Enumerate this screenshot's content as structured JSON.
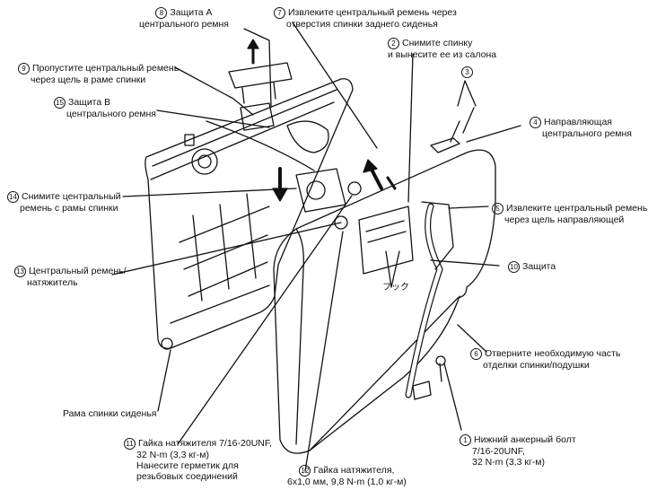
{
  "callouts": {
    "c8": {
      "num": "8",
      "l1": "Защита A",
      "l2": "центрального ремня"
    },
    "c7": {
      "num": "7",
      "l1": "Извлеките центральный ремень через",
      "l2": "отверстия спинки заднего сиденья"
    },
    "c2": {
      "num": "2",
      "l1": "Снимите спинку",
      "l2": "и вынесите ее из салона"
    },
    "c3": {
      "num": "3"
    },
    "c9": {
      "num": "9",
      "l1": "Пропустите центральный ремень",
      "l2": "через щель в раме спинки"
    },
    "c15": {
      "num": "15",
      "l1": "Защита B",
      "l2": "центрального ремня"
    },
    "c4": {
      "num": "4",
      "l1": "Направляющая",
      "l2": "центрального ремня"
    },
    "c14": {
      "num": "14",
      "l1": "Снимите центральный",
      "l2": "ремень с рамы спинки"
    },
    "c5": {
      "num": "5",
      "l1": "Извлеките центральный ремень",
      "l2": "через щель направляющей"
    },
    "c10": {
      "num": "10",
      "l1": "Защита"
    },
    "hook": "フック",
    "c13": {
      "num": "13",
      "l1": "Центральный ремень/",
      "l2": "натяжитель"
    },
    "c6": {
      "num": "6",
      "l1": "Отверните необходимую часть",
      "l2": "отделки спинки/подушки"
    },
    "frame": "Рама спинки сиденья",
    "c11": {
      "num": "11",
      "l1": "Гайка натяжителя 7/16-20UNF,",
      "l2": "32 N-m (3,3 кг-м)",
      "l3": "Нанесите герметик для",
      "l4": "резьбовых соединений"
    },
    "c12": {
      "num": "12",
      "l1": "Гайка натяжителя,",
      "l2": "6x1,0 мм, 9,8 N-m (1,0 кг-м)"
    },
    "c1": {
      "num": "1",
      "l1": "Нижний анкерный болт",
      "l2": "7/16-20UNF,",
      "l3": "32 N-m (3,3 кг-м)"
    }
  }
}
